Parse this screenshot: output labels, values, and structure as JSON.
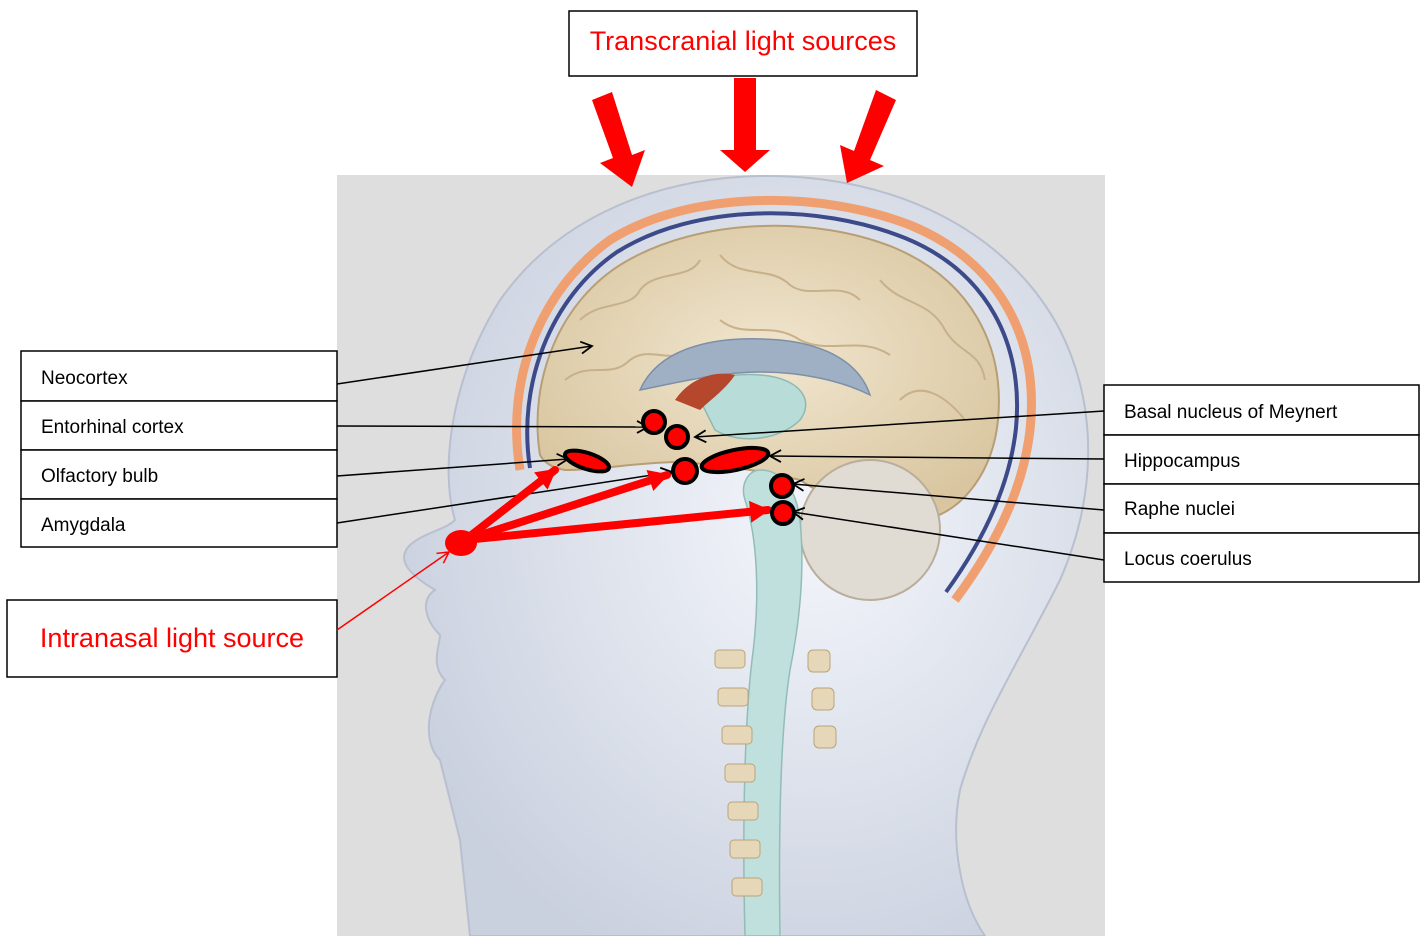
{
  "top_label": "Transcranial light sources",
  "bottom_label": "Intranasal light source",
  "left_labels": [
    "Neocortex",
    "Entorhinal cortex",
    "Olfactory bulb",
    "Amygdala"
  ],
  "right_labels": [
    "Basal nucleus of Meynert",
    "Hippocampus",
    "Raphe nuclei",
    "Locus coerulus"
  ],
  "colors": {
    "accent": "#ff0000",
    "background_panel": "#dedede",
    "head": "#e6eaf3",
    "brain": "#eadcc0",
    "box_border": "#000000"
  }
}
